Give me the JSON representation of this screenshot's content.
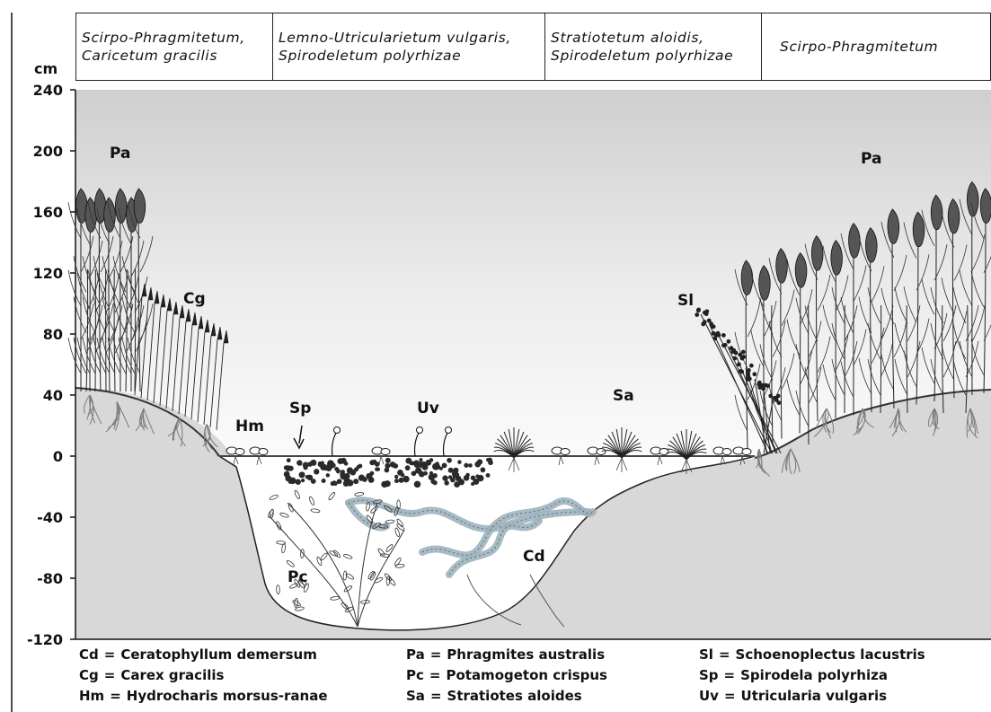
{
  "header_boxes": [
    {
      "line1": "Scirpo-Phragmitetum,",
      "line2": "Caricetum gracilis"
    },
    {
      "line1": "Lemno-Utricularietum vulgaris,",
      "line2": "Spirodeletum polyrhizae"
    },
    {
      "line1": "Stratiotetum aloidis,",
      "line2": "Spirodeletum polyrhizae"
    },
    {
      "line1": "Scirpo-Phragmitetum",
      "line2": ""
    }
  ],
  "axis": {
    "unit_label": "cm",
    "ticks": [
      "240",
      "200",
      "160",
      "120",
      "80",
      "40",
      "0",
      "-40",
      "-80",
      "-120"
    ]
  },
  "plant_labels": {
    "pa_left": "Pa",
    "cg": "Cg",
    "hm": "Hm",
    "sp": "Sp",
    "uv": "Uv",
    "sa": "Sa",
    "sl": "Sl",
    "pa_right": "Pa",
    "pc": "Pc",
    "cd": "Cd"
  },
  "legend": [
    {
      "code": "Cd",
      "name": "Ceratophyllum demersum"
    },
    {
      "code": "Cg",
      "name": "Carex gracilis"
    },
    {
      "code": "Hm",
      "name": "Hydrocharis morsus-ranae"
    },
    {
      "code": "Pa",
      "name": "Phragmites australis"
    },
    {
      "code": "Pc",
      "name": "Potamogeton crispus"
    },
    {
      "code": "Sa",
      "name": "Stratiotes aloides"
    },
    {
      "code": "Sl",
      "name": "Schoenoplectus lacustris"
    },
    {
      "code": "Sp",
      "name": "Spirodela polyrhiza"
    },
    {
      "code": "Uv",
      "name": "Utricularia vulgaris"
    }
  ],
  "colors": {
    "sky_top": "#d2d2d2",
    "sky_bottom": "#fafafa",
    "soil": "#d8d8d8",
    "water": "#ffffff",
    "ink": "#111111",
    "ceratophyllum": "#9fb3bc"
  }
}
